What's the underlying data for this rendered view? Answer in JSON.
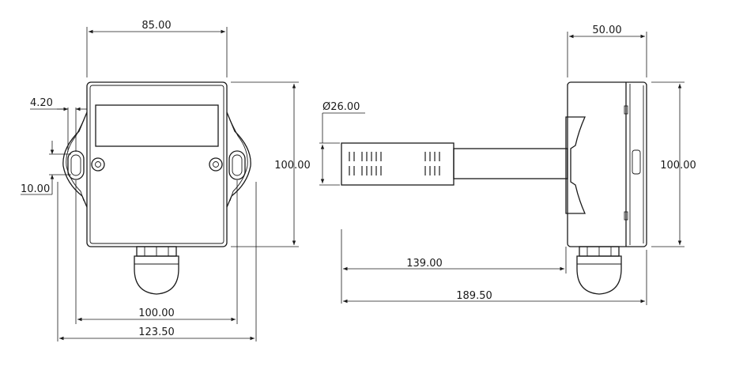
{
  "front_view": {
    "width_top": "85.00",
    "slot_offset": "4.20",
    "slot_width": "10.00",
    "height": "100.00",
    "mount_spacing": "100.00",
    "overall_width": "123.50"
  },
  "side_view": {
    "housing_depth": "50.00",
    "probe_diameter": "Ø26.00",
    "height": "100.00",
    "probe_length": "139.00",
    "overall_length": "189.50"
  }
}
